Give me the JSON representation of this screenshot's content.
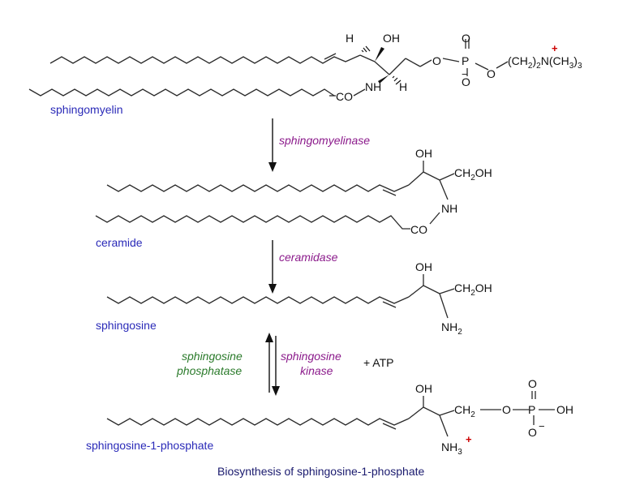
{
  "labels": {
    "sphingomyelin": "sphingomyelin",
    "ceramide": "ceramide",
    "sphingosine": "sphingosine",
    "s1p": "sphingosine-1-phosphate"
  },
  "enzymes": {
    "sphingomyelinase": "sphingomyelinase",
    "ceramidase": "ceramidase",
    "sphingosine_kinase_1": "sphingosine",
    "sphingosine_kinase_2": "kinase",
    "sphingosine_phosphatase_1": "sphingosine",
    "sphingosine_phosphatase_2": "phosphatase",
    "atp": "+ ATP"
  },
  "caption": "Biosynthesis of sphingosine-1-phosphate",
  "atoms": {
    "H": "H",
    "OH": "OH",
    "O": "O",
    "P": "P",
    "NH": "NH",
    "CO": "CO",
    "CH2": "(CH",
    "sub2": "2",
    "N": "N",
    "CH3": "(CH",
    "sub3": "3",
    "close": ")",
    "CH2OH": "CH",
    "OH_tail": "OH",
    "NH2": "NH",
    "NH3": "NH",
    "CH2O": "CH",
    "O_dash": "O",
    "P_dash": "P",
    "OH_end": "OH",
    "plus": "+",
    "minus": "−"
  },
  "colors": {
    "molecule_label": "#2a2ab8",
    "enzyme_purple": "#8b1a8b",
    "enzyme_green": "#2a7a2a",
    "charge_positive": "#cc0000",
    "caption": "#1a1a6e"
  }
}
